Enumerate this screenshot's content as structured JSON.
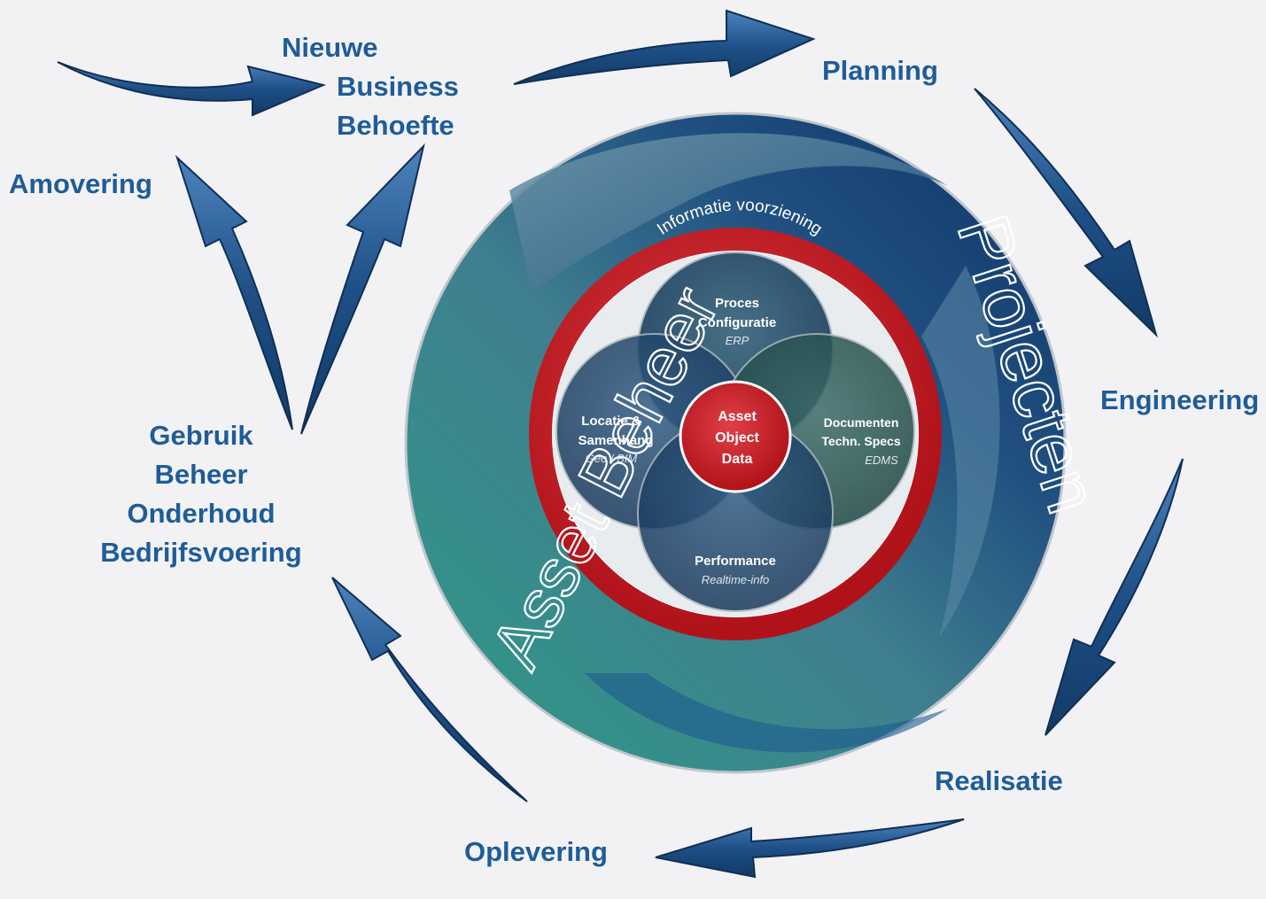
{
  "phases": {
    "nieuwe_business_behoefte": [
      "Nieuwe",
      "Business",
      "Behoefte"
    ],
    "planning": "Planning",
    "engineering": "Engineering",
    "realisatie": "Realisatie",
    "oplevering": "Oplevering",
    "gebruik_beheer": [
      "Gebruik",
      "Beheer",
      "Onderhoud",
      "Bedrijfsvoering"
    ],
    "amovering": "Amovering"
  },
  "outer_ring": {
    "left_label": "Asset Beheer",
    "right_label": "Projecten"
  },
  "info_ring": {
    "label": "Informatie voorziening"
  },
  "circles": {
    "top": {
      "title_line1": "Proces",
      "title_line2": "Configuratie",
      "subtitle": "ERP"
    },
    "left": {
      "title_line1": "Locatie &",
      "title_line2": "Samenhang",
      "subtitle": "Geo / BIM"
    },
    "right": {
      "title_line1": "Documenten",
      "title_line2": "Techn. Specs",
      "subtitle": "EDMS"
    },
    "bottom": {
      "title_line1": "Performance",
      "subtitle": "Realtime-info"
    },
    "center": {
      "line1": "Asset",
      "line2": "Object",
      "line3": "Data"
    }
  },
  "colors": {
    "label_blue": "#1f5c99",
    "arrow_blue": "#1e4f86",
    "ring_red": "#c0171d",
    "teal": "#2f8f86",
    "navy": "#0e3b6e"
  }
}
